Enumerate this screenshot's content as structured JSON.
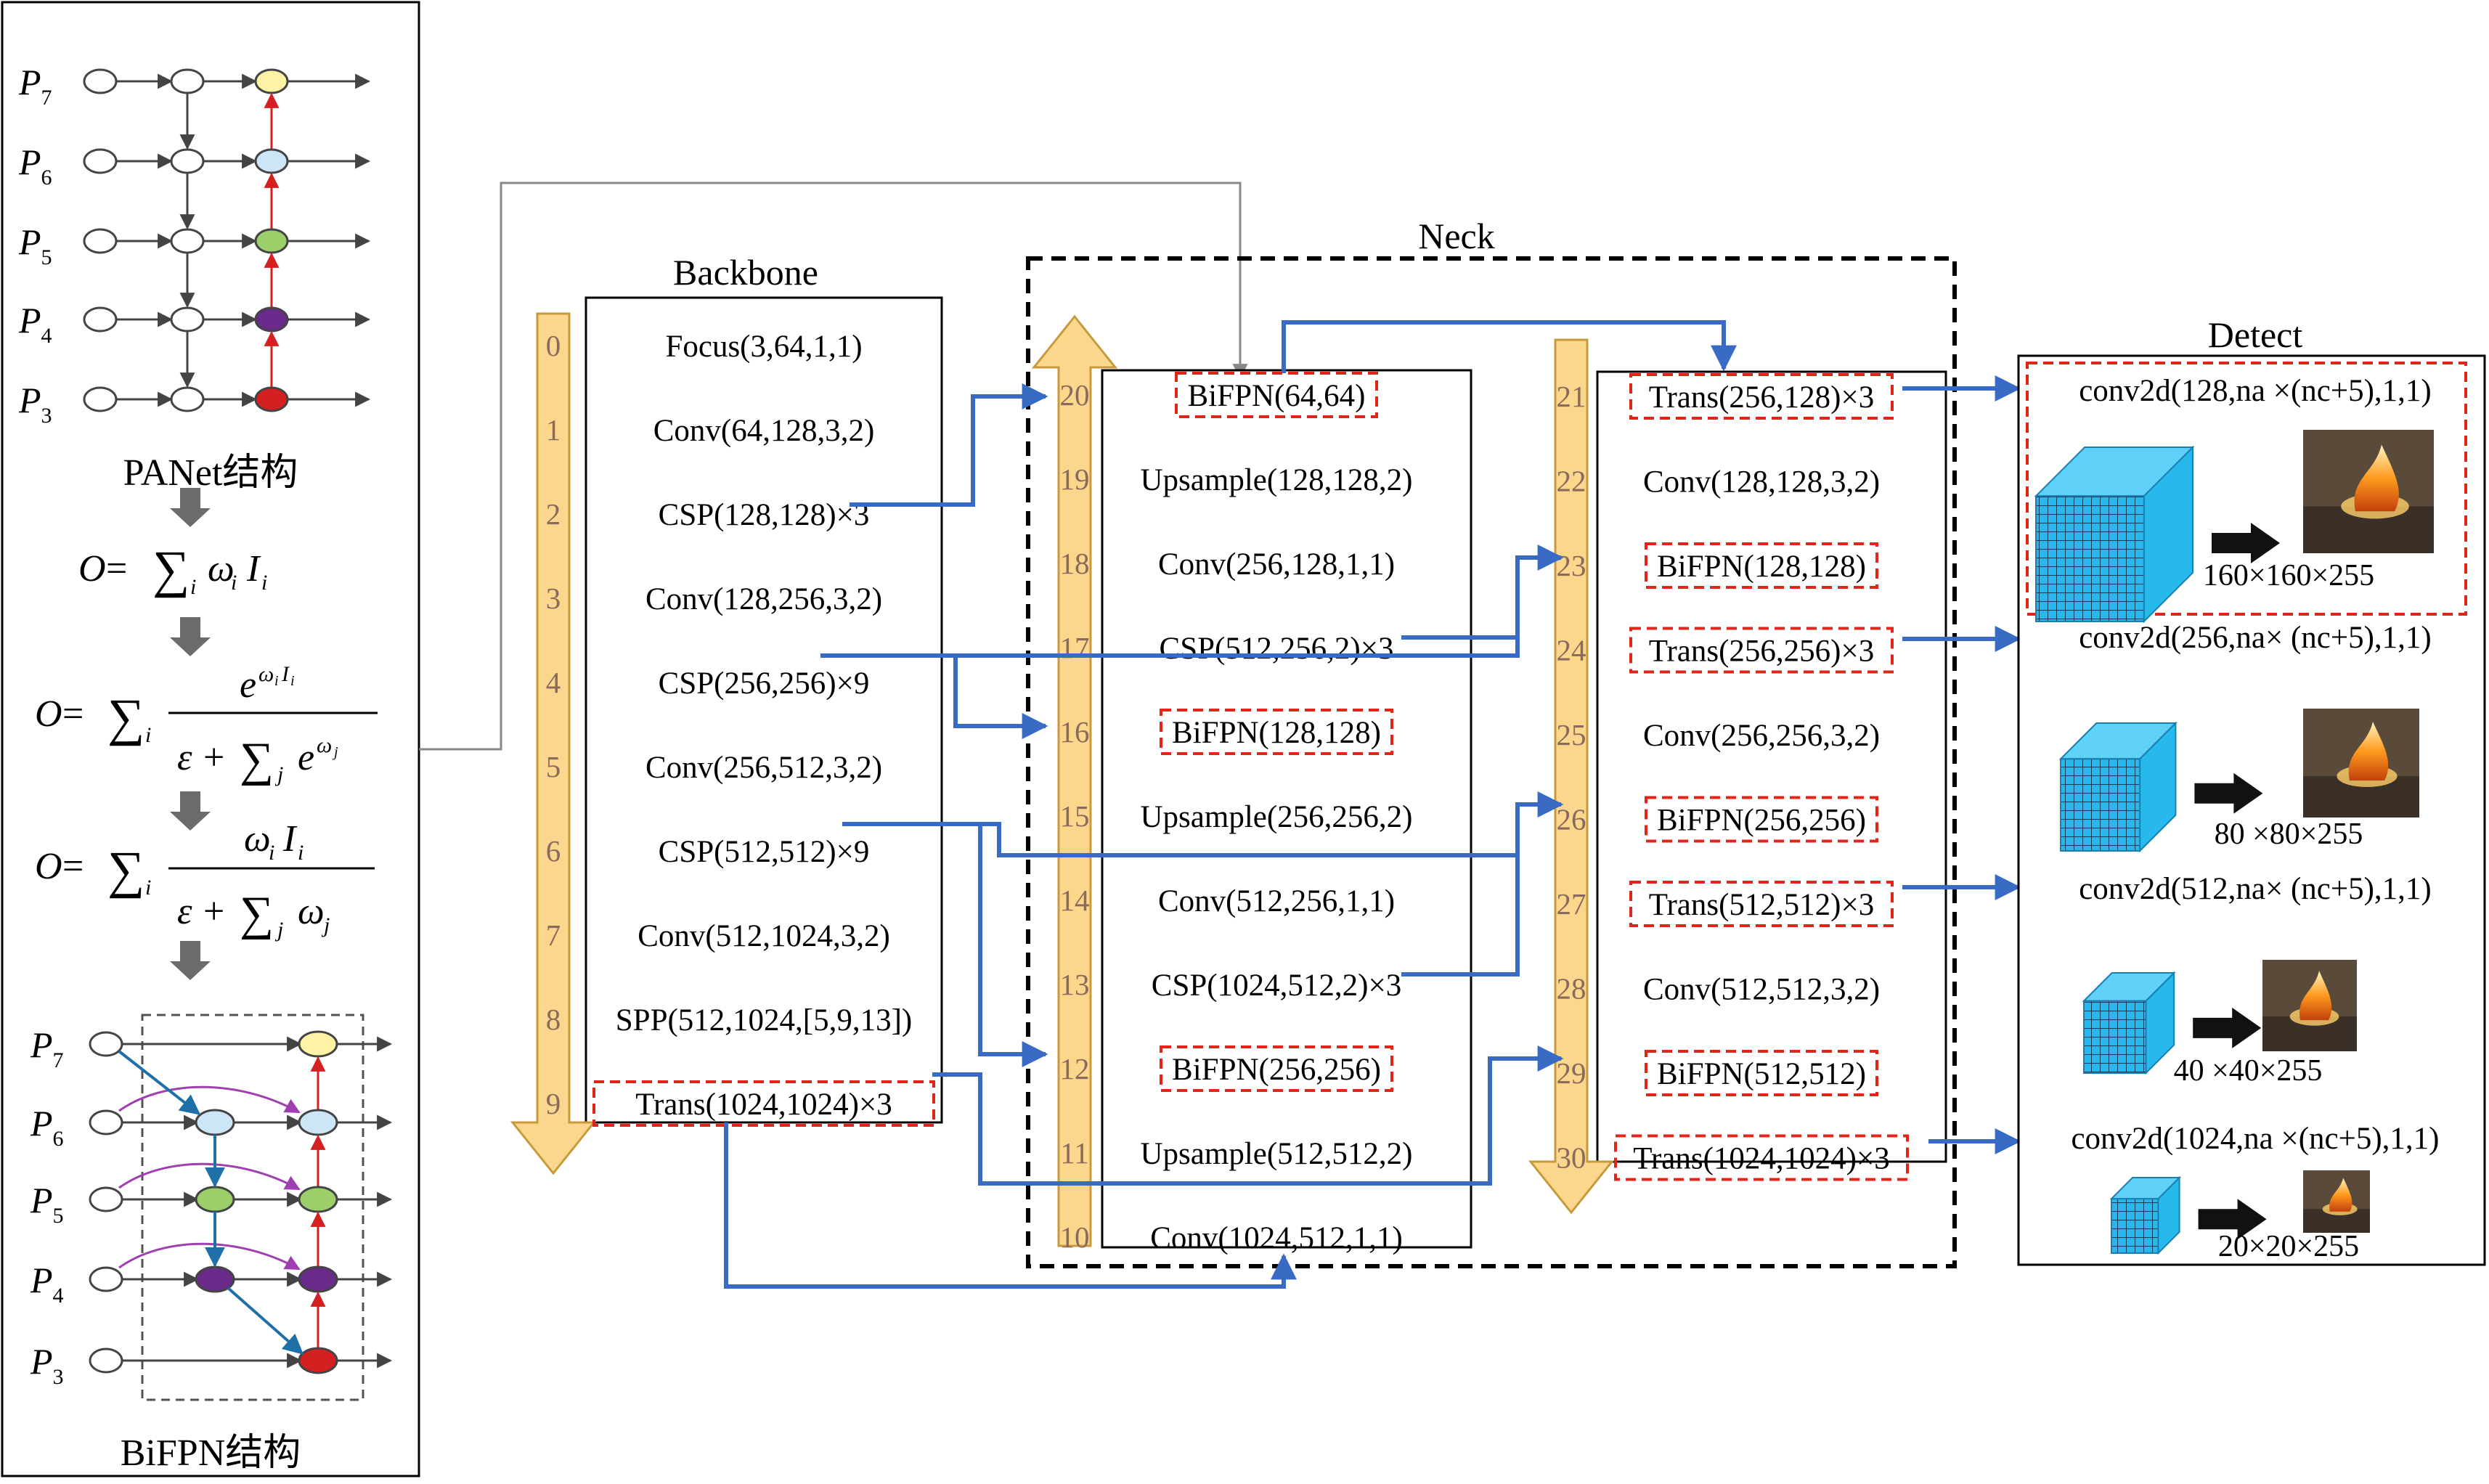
{
  "sections": {
    "backbone": "Backbone",
    "neck": "Neck",
    "detect": "Detect"
  },
  "captions": {
    "panet": "PANet结构",
    "bifpn": "BiFPN结构"
  },
  "p_levels": [
    {
      "main": "P",
      "sub": "7"
    },
    {
      "main": "P",
      "sub": "6"
    },
    {
      "main": "P",
      "sub": "5"
    },
    {
      "main": "P",
      "sub": "4"
    },
    {
      "main": "P",
      "sub": "3"
    }
  ],
  "node_colors": {
    "p7": "#fff3a6",
    "p6": "#cde6f7",
    "p5": "#9ccf6a",
    "p4": "#6a2a8a",
    "p3": "#d42020"
  },
  "equations": {
    "eq1": {
      "lhs": "O = ",
      "sum": "∑",
      "sumsub": "i",
      "body": "ωi Ii"
    },
    "eq2": {
      "lhs": "O = ",
      "sum": "∑",
      "sumsub": "i",
      "num": "e^(ωi Ii)",
      "den": "ε + ∑j e^(ωj)"
    },
    "eq3": {
      "lhs": "O = ",
      "sum": "∑",
      "sumsub": "i",
      "num": "ωi Ii",
      "den": "ε + ∑j ωj"
    }
  },
  "backbone_layers": [
    {
      "idx": "0",
      "label": "Focus(3,64,1,1)"
    },
    {
      "idx": "1",
      "label": "Conv(64,128,3,2)"
    },
    {
      "idx": "2",
      "label": "CSP(128,128)×3"
    },
    {
      "idx": "3",
      "label": "Conv(128,256,3,2)"
    },
    {
      "idx": "4",
      "label": "CSP(256,256)×9"
    },
    {
      "idx": "5",
      "label": "Conv(256,512,3,2)"
    },
    {
      "idx": "6",
      "label": "CSP(512,512)×9"
    },
    {
      "idx": "7",
      "label": "Conv(512,1024,3,2)"
    },
    {
      "idx": "8",
      "label": "SPP(512,1024,[5,9,13])"
    },
    {
      "idx": "9",
      "label": "Trans(1024,1024)×3",
      "highlight": true
    }
  ],
  "neck_left_layers": [
    {
      "idx": "20",
      "label": "BiFPN(64,64)",
      "highlight": true
    },
    {
      "idx": "19",
      "label": "Upsample(128,128,2)"
    },
    {
      "idx": "18",
      "label": "Conv(256,128,1,1)"
    },
    {
      "idx": "17",
      "label": "CSP(512,256,2)×3"
    },
    {
      "idx": "16",
      "label": "BiFPN(128,128)",
      "highlight": true
    },
    {
      "idx": "15",
      "label": "Upsample(256,256,2)"
    },
    {
      "idx": "14",
      "label": "Conv(512,256,1,1)"
    },
    {
      "idx": "13",
      "label": "CSP(1024,512,2)×3"
    },
    {
      "idx": "12",
      "label": "BiFPN(256,256)",
      "highlight": true
    },
    {
      "idx": "11",
      "label": "Upsample(512,512,2)"
    },
    {
      "idx": "10",
      "label": "Conv(1024,512,1,1)"
    }
  ],
  "neck_right_layers": [
    {
      "idx": "21",
      "label": "Trans(256,128)×3",
      "highlight": true
    },
    {
      "idx": "22",
      "label": "Conv(128,128,3,2)"
    },
    {
      "idx": "23",
      "label": "BiFPN(128,128)",
      "highlight": true
    },
    {
      "idx": "24",
      "label": "Trans(256,256)×3",
      "highlight": true
    },
    {
      "idx": "25",
      "label": "Conv(256,256,3,2)"
    },
    {
      "idx": "26",
      "label": "BiFPN(256,256)",
      "highlight": true
    },
    {
      "idx": "27",
      "label": "Trans(512,512)×3",
      "highlight": true
    },
    {
      "idx": "28",
      "label": "Conv(512,512,3,2)"
    },
    {
      "idx": "29",
      "label": "BiFPN(512,512)",
      "highlight": true
    },
    {
      "idx": "30",
      "label": "Trans(1024,1024)×3",
      "highlight": true
    }
  ],
  "detect_heads": [
    {
      "conv": "conv2d(128,na ×(nc+5),1,1)",
      "dim": "160×160×255"
    },
    {
      "conv": "conv2d(256,na× (nc+5),1,1)",
      "dim": "80 ×80×255"
    },
    {
      "conv": "conv2d(512,na× (nc+5),1,1)",
      "dim": "40 ×40×255"
    },
    {
      "conv": "conv2d(1024,na ×(nc+5),1,1)",
      "dim": "20×20×255"
    }
  ],
  "colors": {
    "blue_arrow": "#3a6bc4",
    "red_dash": "#e0251b",
    "stripe": "#fbd78e",
    "stripe_edge": "#c99a3c",
    "cube": "#27b8ec",
    "cube_dark": "#1a7fb0",
    "gray_line": "#888888"
  }
}
